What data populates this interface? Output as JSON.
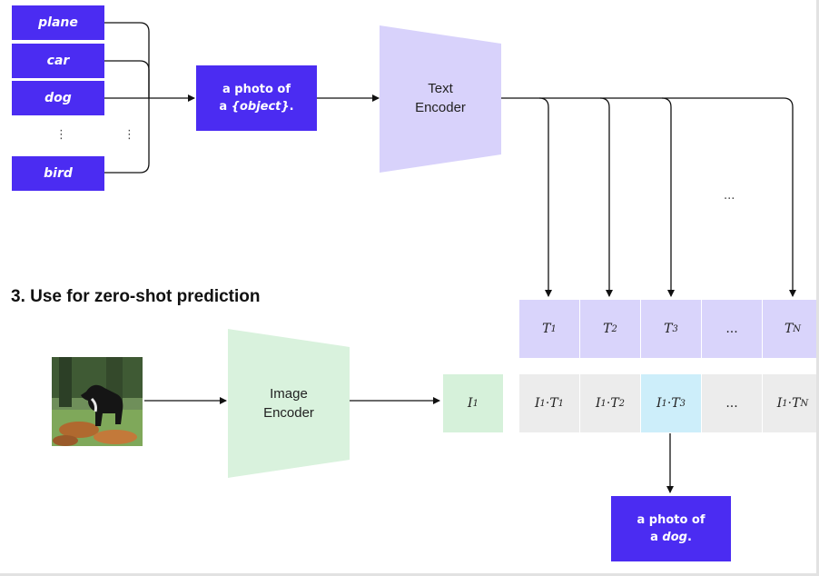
{
  "classes": [
    "plane",
    "car",
    "dog",
    "bird"
  ],
  "ellipsis_vertical": "⋮",
  "prompt": {
    "line1": "a photo of",
    "line2_prefix": "a ",
    "line2_object": "{object}",
    "line2_suffix": "."
  },
  "text_encoder": {
    "line1": "Text",
    "line2": "Encoder"
  },
  "image_encoder": {
    "line1": "Image",
    "line2": "Encoder"
  },
  "section_title": "3. Use for zero-shot prediction",
  "ellipsis_horizontal": "...",
  "text_features": [
    {
      "var": "T",
      "sub": "1"
    },
    {
      "var": "T",
      "sub": "2"
    },
    {
      "var": "T",
      "sub": "3"
    },
    {
      "var": "T",
      "sub": "N"
    }
  ],
  "image_feature": {
    "var": "I",
    "sub": "1"
  },
  "products": [
    {
      "i_sub": "1",
      "t_sub": "1"
    },
    {
      "i_sub": "1",
      "t_sub": "2"
    },
    {
      "i_sub": "1",
      "t_sub": "3"
    },
    {
      "i_sub": "1",
      "t_sub": "N"
    }
  ],
  "prediction": {
    "line1": "a photo of",
    "line2_prefix": "a ",
    "line2_object": "dog",
    "line2_suffix": "."
  },
  "colors": {
    "class_box": "#4b2cf2",
    "text_encoder": "#d8d2fb",
    "image_encoder": "#d9f2dd",
    "text_feature_cell": "#d9d4fb",
    "image_feature_cell": "#d6f1da",
    "product_cell": "#ececec",
    "highlight_cell": "#cdeefa"
  },
  "icons": {
    "photo": "dog-photo-image"
  }
}
